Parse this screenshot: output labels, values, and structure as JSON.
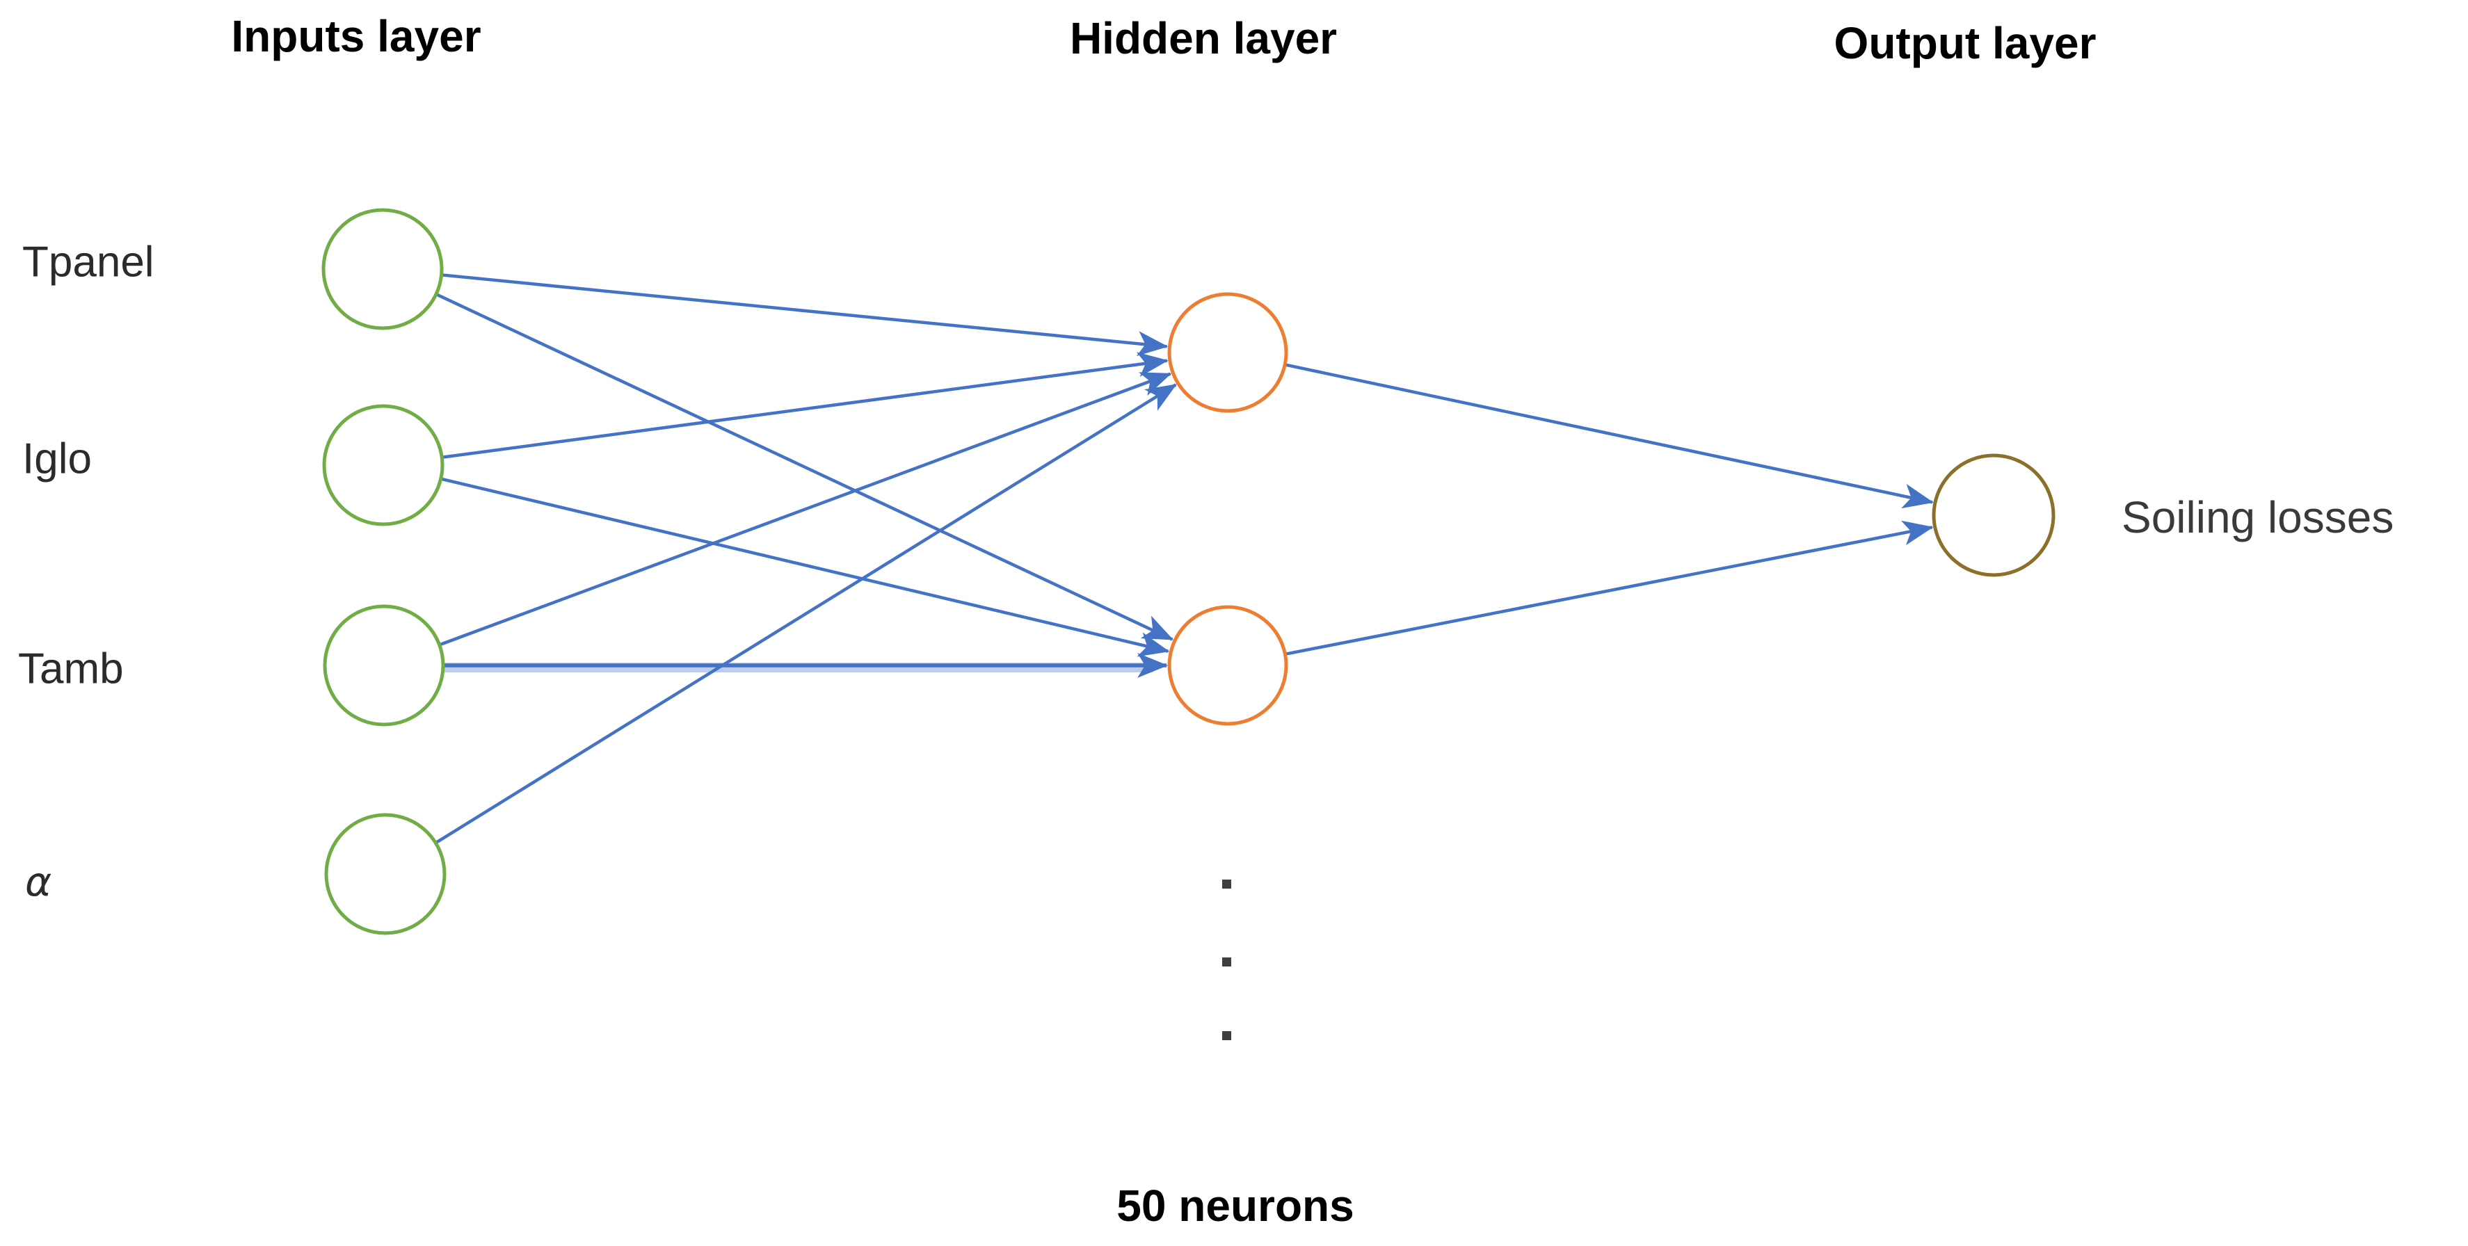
{
  "diagram": {
    "titles": {
      "inputs": "Inputs layer",
      "hidden": "Hidden layer",
      "output": "Output layer"
    },
    "input_labels": {
      "tpanel": "Tpanel",
      "iglo": "Iglo",
      "tamb": "Tamb",
      "alpha": "α"
    },
    "hidden_note": "50 neurons",
    "output_label": "Soiling losses",
    "ellipsis_dots": 3
  },
  "colors": {
    "input_node": "#70AD47",
    "hidden_node": "#ED7D31",
    "output_node": "#8B6F2A",
    "edge": "#4472C4",
    "edge_halo": "#BDCDEC",
    "dots": "#3F3F3F"
  },
  "network": {
    "nodes": [
      {
        "id": "tpanel",
        "layer": "input"
      },
      {
        "id": "iglo",
        "layer": "input"
      },
      {
        "id": "tamb",
        "layer": "input"
      },
      {
        "id": "alpha",
        "layer": "input"
      },
      {
        "id": "h1",
        "layer": "hidden"
      },
      {
        "id": "h2",
        "layer": "hidden"
      },
      {
        "id": "output",
        "layer": "output"
      }
    ],
    "edges": [
      {
        "from": "tpanel",
        "to": "h1"
      },
      {
        "from": "tpanel",
        "to": "h2"
      },
      {
        "from": "iglo",
        "to": "h1"
      },
      {
        "from": "iglo",
        "to": "h2"
      },
      {
        "from": "tamb",
        "to": "h1"
      },
      {
        "from": "tamb",
        "to": "h2",
        "thick": true
      },
      {
        "from": "alpha",
        "to": "h1"
      },
      {
        "from": "h1",
        "to": "output"
      },
      {
        "from": "h2",
        "to": "output"
      }
    ]
  }
}
